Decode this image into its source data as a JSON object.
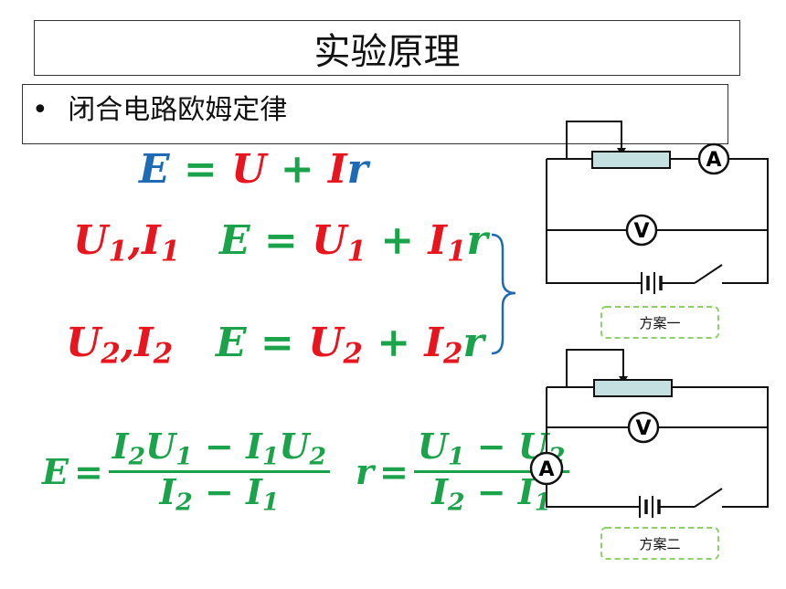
{
  "title": "实验原理",
  "bullet": "闭合电路欧姆定律",
  "bullet_symbol": "•",
  "main_eq": {
    "E": "E",
    "U": "U",
    "I": "I",
    "r": "r",
    "eq": "=",
    "plus": "+"
  },
  "row1": {
    "label_U": "U",
    "label_I": "I",
    "sub": "1",
    "comma": ","
  },
  "row2": {
    "label_U": "U",
    "label_I": "I",
    "sub": "2",
    "comma": ","
  },
  "circuits": [
    {
      "caption": "方案一",
      "ammeter": "A",
      "voltmeter": "V"
    },
    {
      "caption": "方案二",
      "ammeter": "A",
      "voltmeter": "V"
    }
  ],
  "colors": {
    "red": "#e8141e",
    "green": "#1aa34a",
    "blue": "#1f6ab5",
    "rheostat": "#c5e0e0",
    "caption_border": "#8dd16a"
  }
}
